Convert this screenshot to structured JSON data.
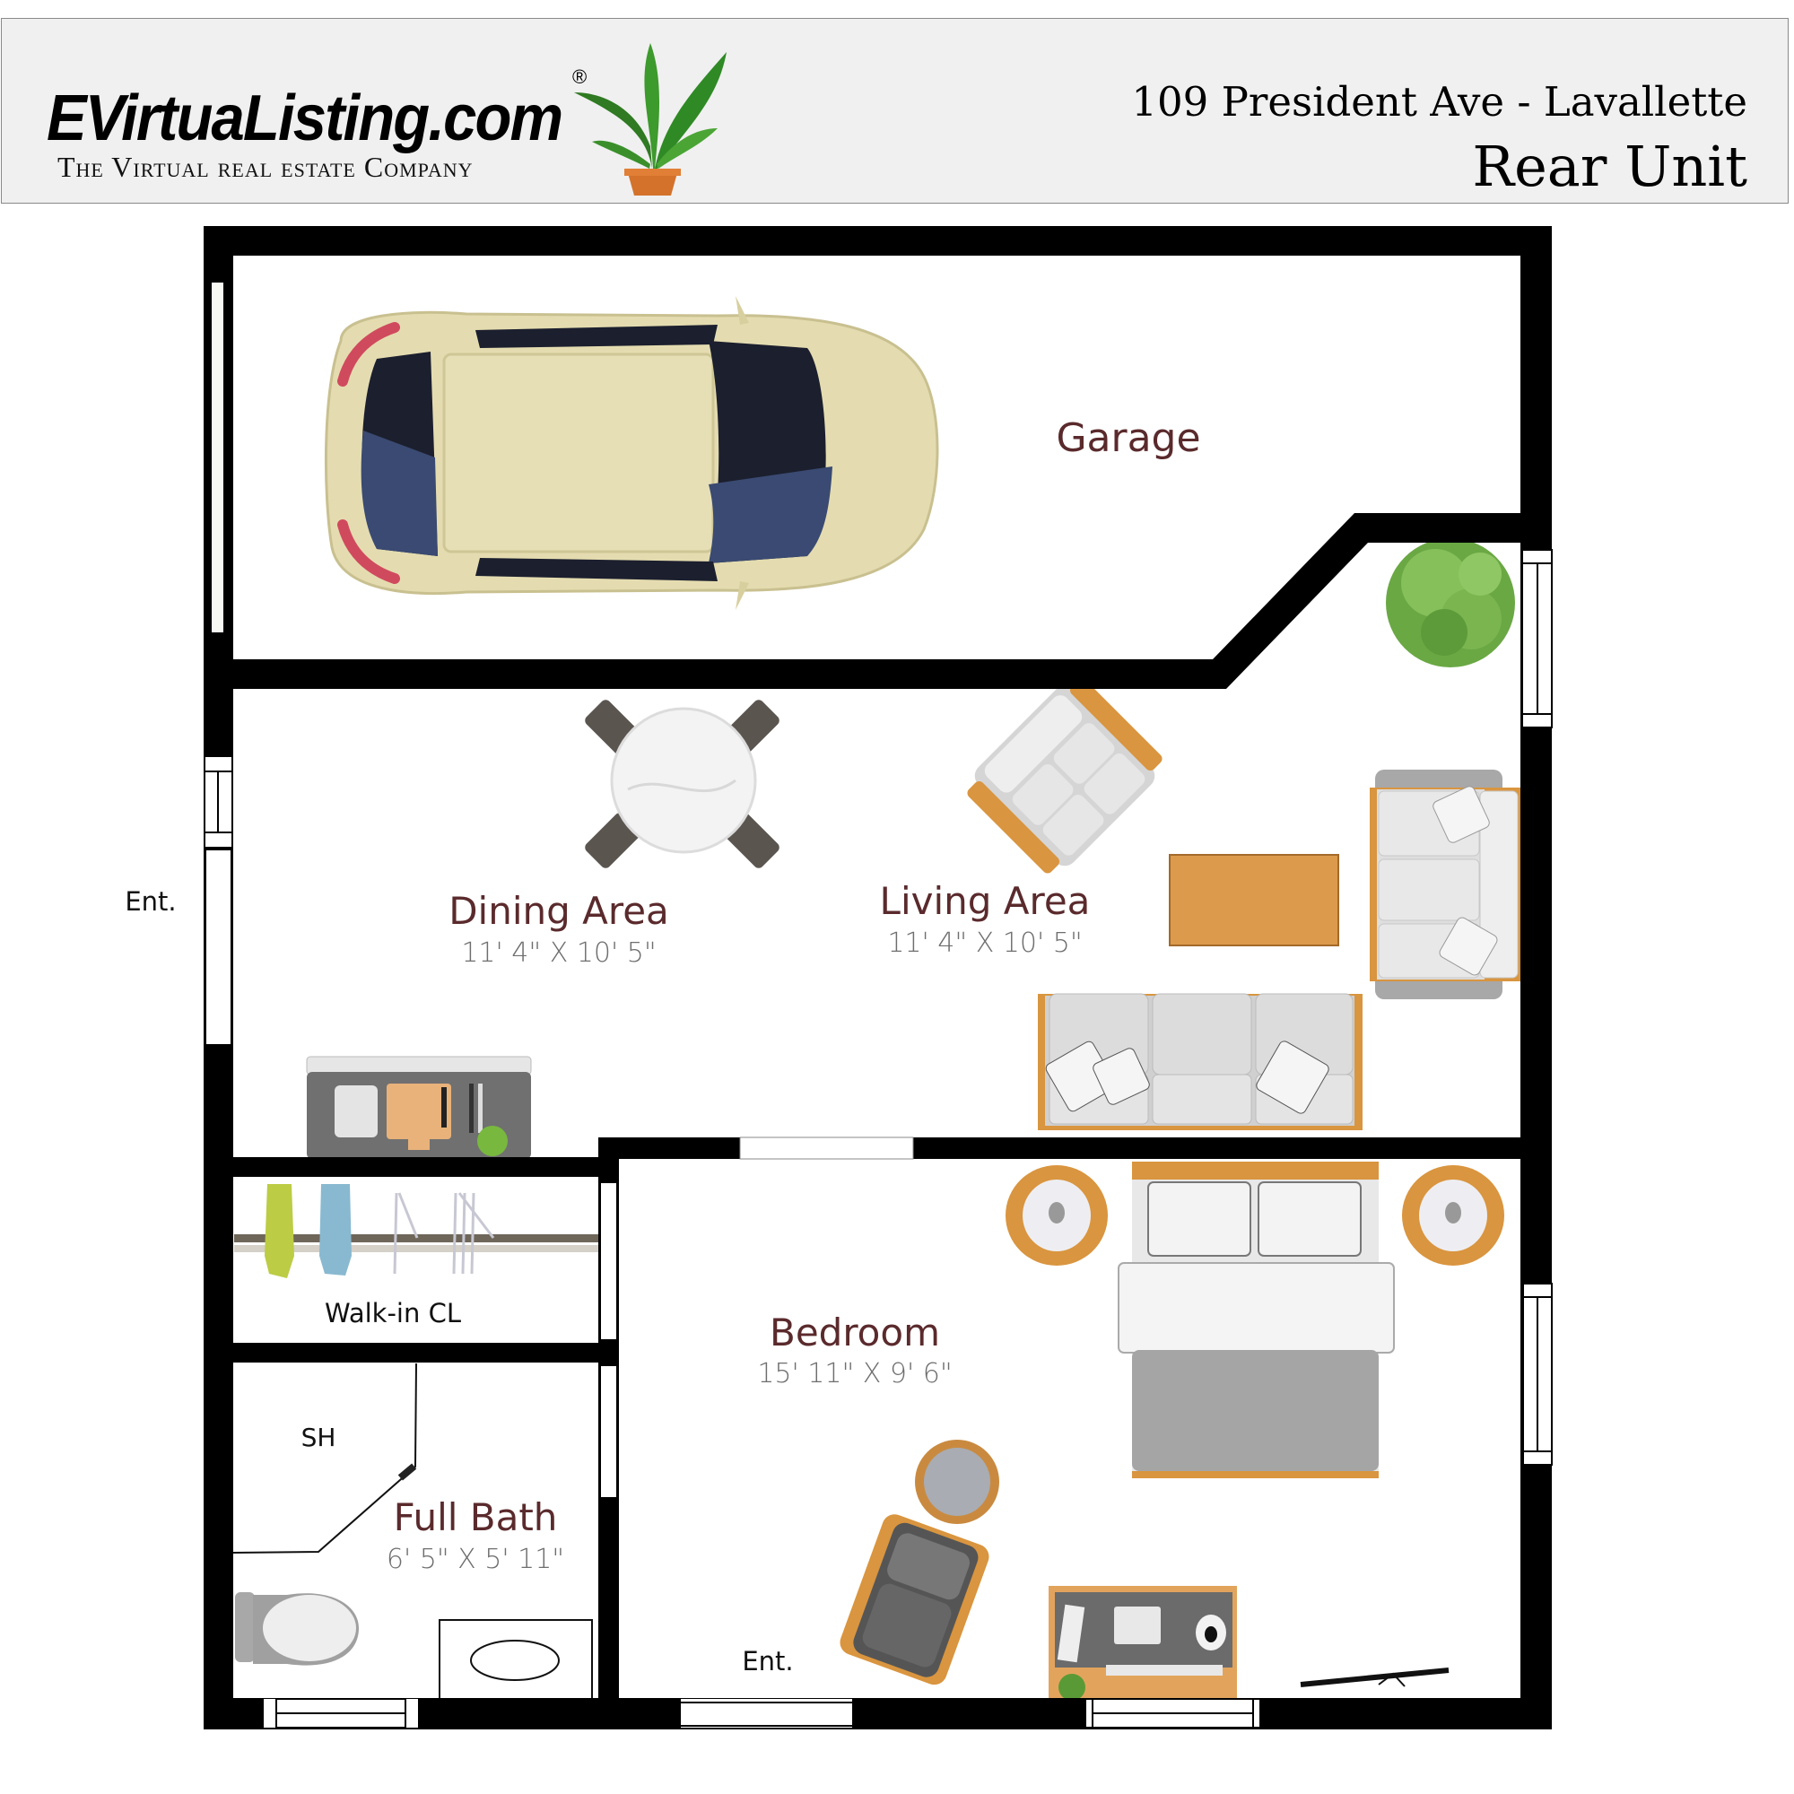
{
  "header": {
    "logo_text": "EVirtuaListing.com",
    "logo_registered": "®",
    "tagline": "The Virtual real estate Company",
    "address": "109 President Ave - Lavallette",
    "unit": "Rear Unit",
    "logo_icon": "potted-plant-icon"
  },
  "rooms": {
    "garage": {
      "name": "Garage"
    },
    "dining": {
      "name": "Dining Area",
      "dims": "11' 4\" X 10' 5\""
    },
    "living": {
      "name": "Living Area",
      "dims": "11' 4\" X 10' 5\""
    },
    "closet": {
      "name": "Walk-in CL"
    },
    "bath": {
      "name": "Full Bath",
      "dims": "6' 5\" X 5' 11\""
    },
    "shower": {
      "name": "SH"
    },
    "bedroom": {
      "name": "Bedroom",
      "dims": "15' 11\" X 9' 6\""
    }
  },
  "labels": {
    "entry_main": "Ent.",
    "entry_bedroom": "Ent."
  },
  "colors": {
    "wall": "#000000",
    "room_name": "#5a2a2c",
    "room_dims": "#6e6e6e",
    "header_bg": "#f0f0f0",
    "wood": "#d9953f",
    "car_body": "#e4dcb0"
  },
  "furniture": [
    "car",
    "dining-table",
    "dining-chair",
    "armchair",
    "coffee-table",
    "sofa",
    "loveseat",
    "kitchen-counter",
    "plant",
    "clothes-rack",
    "toilet",
    "sink-vanity",
    "bed",
    "nightstand",
    "side-table",
    "desk",
    "lounge-chair",
    "door-swing"
  ]
}
